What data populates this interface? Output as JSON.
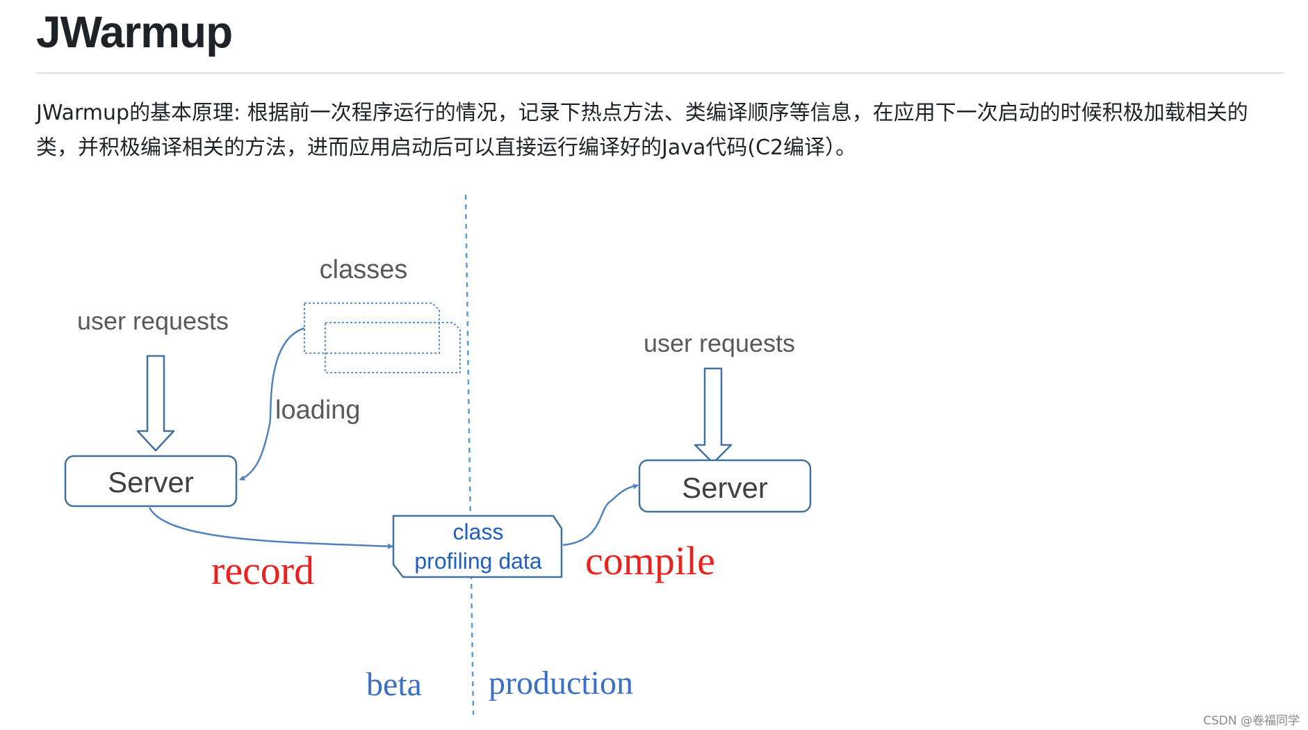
{
  "title": "JWarmup",
  "description": "JWarmup的基本原理: 根据前一次程序运行的情况，记录下热点方法、类编译顺序等信息，在应用下一次启动的时候积极加载相关的类，并积极编译相关的方法，进而应用启动后可以直接运行编译好的Java代码(C2编译）。",
  "diagram": {
    "left_user_requests": "user requests",
    "left_server": "Server",
    "classes": "classes",
    "loading": "loading",
    "record": "record",
    "profiling_line1": "class",
    "profiling_line2": "profiling data",
    "compile": "compile",
    "right_user_requests": "user requests",
    "right_server": "Server",
    "beta": "beta",
    "production": "production"
  },
  "watermark": "CSDN @卷福同学",
  "colors": {
    "box_stroke": "#41719c",
    "arrow_stroke": "#4f81bd",
    "divider": "#5b9bd5",
    "record_red": "#e8231f",
    "label_blue": "#1f5fbf"
  }
}
